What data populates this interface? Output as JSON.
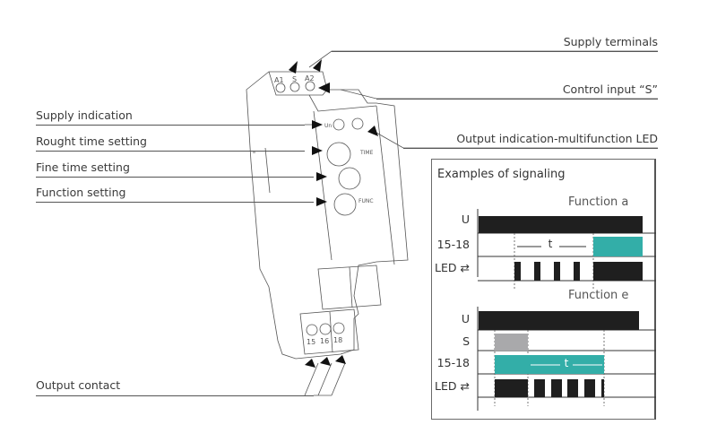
{
  "labels_left": {
    "supply_indication": "Supply indication",
    "rough_time_setting": "Rought time setting",
    "fine_time_setting": "Fine time setting",
    "function_setting": "Function setting",
    "output_contact": "Output contact"
  },
  "labels_right": {
    "supply_terminals": "Supply terminals",
    "control_input": "Control input  “S”",
    "output_indication": "Output indication-multifunction LED"
  },
  "device": {
    "terminals_top": [
      "A1",
      "S",
      "A2"
    ],
    "terminals_bottom": [
      "15",
      "16",
      "18"
    ],
    "indicator_un": "Un",
    "knob_time_label": "TIME",
    "knob_func_label": "FUNC",
    "led_icon": "relay-coil-icon"
  },
  "signaling": {
    "title": "Examples of signaling",
    "colors": {
      "on": "#1f1f1f",
      "output": "#33aea8",
      "control": "#a9a9ab"
    },
    "function_a": {
      "title": "Function a",
      "rows": [
        "U",
        "15-18",
        "LED"
      ],
      "time_label": "t"
    },
    "function_e": {
      "title": "Function e",
      "rows": [
        "U",
        "S",
        "15-18",
        "LED"
      ],
      "time_label": "t"
    }
  }
}
